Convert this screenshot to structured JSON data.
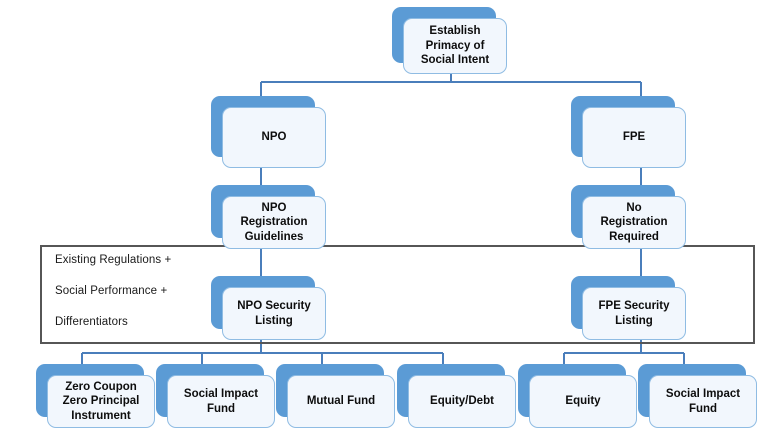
{
  "diagram": {
    "title": "Establish Primacy of Social Intent",
    "type": "hierarchy-tree",
    "colors": {
      "node_shadow": "#5B9BD5",
      "node_face": "#F2F7FD",
      "node_border": "#8FBCE3",
      "connector": "#4A7EBB",
      "group_border": "#565656",
      "text": "#0d0d0d",
      "background": "#ffffff"
    },
    "nodes": {
      "root": {
        "label": "Establish\nPrimacy of\nSocial Intent"
      },
      "npo": {
        "label": "NPO"
      },
      "fpe": {
        "label": "FPE"
      },
      "npo_registration": {
        "label": "NPO\nRegistration\nGuidelines"
      },
      "no_registration": {
        "label": "No\nRegistration\nRequired"
      },
      "npo_security_listing": {
        "label": "NPO Security\nListing"
      },
      "fpe_security_listing": {
        "label": "FPE Security\nListing"
      }
    },
    "group": {
      "lines": [
        "Existing Regulations +",
        "Social Performance +",
        "Differentiators"
      ]
    },
    "instruments": [
      {
        "label": "Zero Coupon\nZero Principal\nInstrument"
      },
      {
        "label": "Social Impact\nFund"
      },
      {
        "label": "Mutual Fund"
      },
      {
        "label": "Equity/Debt"
      },
      {
        "label": "Equity"
      },
      {
        "label": "Social Impact\nFund"
      }
    ]
  }
}
